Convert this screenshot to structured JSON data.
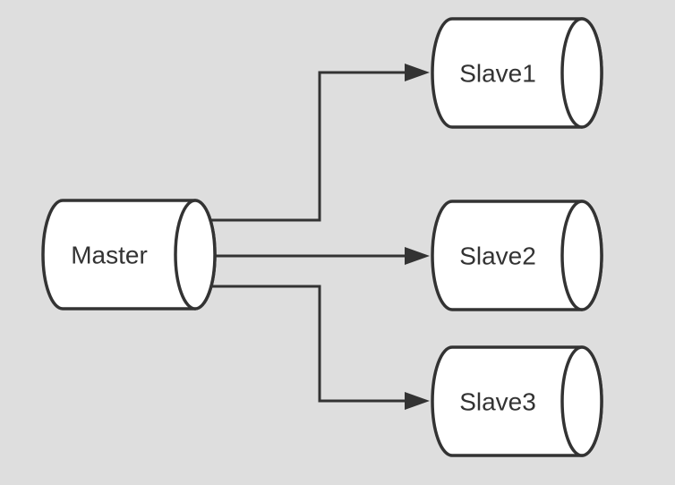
{
  "diagram": {
    "background_color": "#dedede",
    "node_fill_color": "#ffffff",
    "stroke_color": "#333333",
    "text_color": "#333333",
    "nodes": {
      "master": {
        "label": "Master",
        "shape": "horizontal-cylinder"
      },
      "slave1": {
        "label": "Slave1",
        "shape": "horizontal-cylinder"
      },
      "slave2": {
        "label": "Slave2",
        "shape": "horizontal-cylinder"
      },
      "slave3": {
        "label": "Slave3",
        "shape": "horizontal-cylinder"
      }
    },
    "edges": [
      {
        "from": "Master",
        "to": "Slave1",
        "style": "orthogonal",
        "arrowhead": "filled-triangle"
      },
      {
        "from": "Master",
        "to": "Slave2",
        "style": "straight",
        "arrowhead": "filled-triangle"
      },
      {
        "from": "Master",
        "to": "Slave3",
        "style": "orthogonal",
        "arrowhead": "filled-triangle"
      }
    ]
  }
}
